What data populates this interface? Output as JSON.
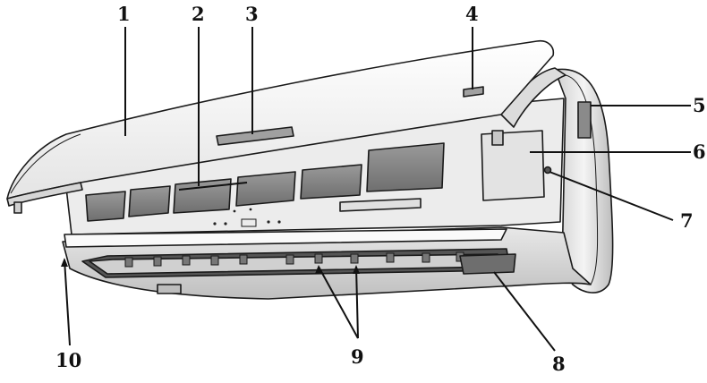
{
  "callouts": [
    {
      "id": "1",
      "label": "1"
    },
    {
      "id": "2",
      "label": "2"
    },
    {
      "id": "3",
      "label": "3"
    },
    {
      "id": "4",
      "label": "4"
    },
    {
      "id": "5",
      "label": "5"
    },
    {
      "id": "6",
      "label": "6"
    },
    {
      "id": "7",
      "label": "7"
    },
    {
      "id": "8",
      "label": "8"
    },
    {
      "id": "9",
      "label": "9"
    },
    {
      "id": "10",
      "label": "10"
    }
  ],
  "colors": {
    "outline": "#1a1a1a",
    "body_light": "#f2f2f2",
    "body_mid": "#d9d9d9",
    "filter_dark": "#8c8c8c",
    "shadow": "#6e6e6e"
  }
}
